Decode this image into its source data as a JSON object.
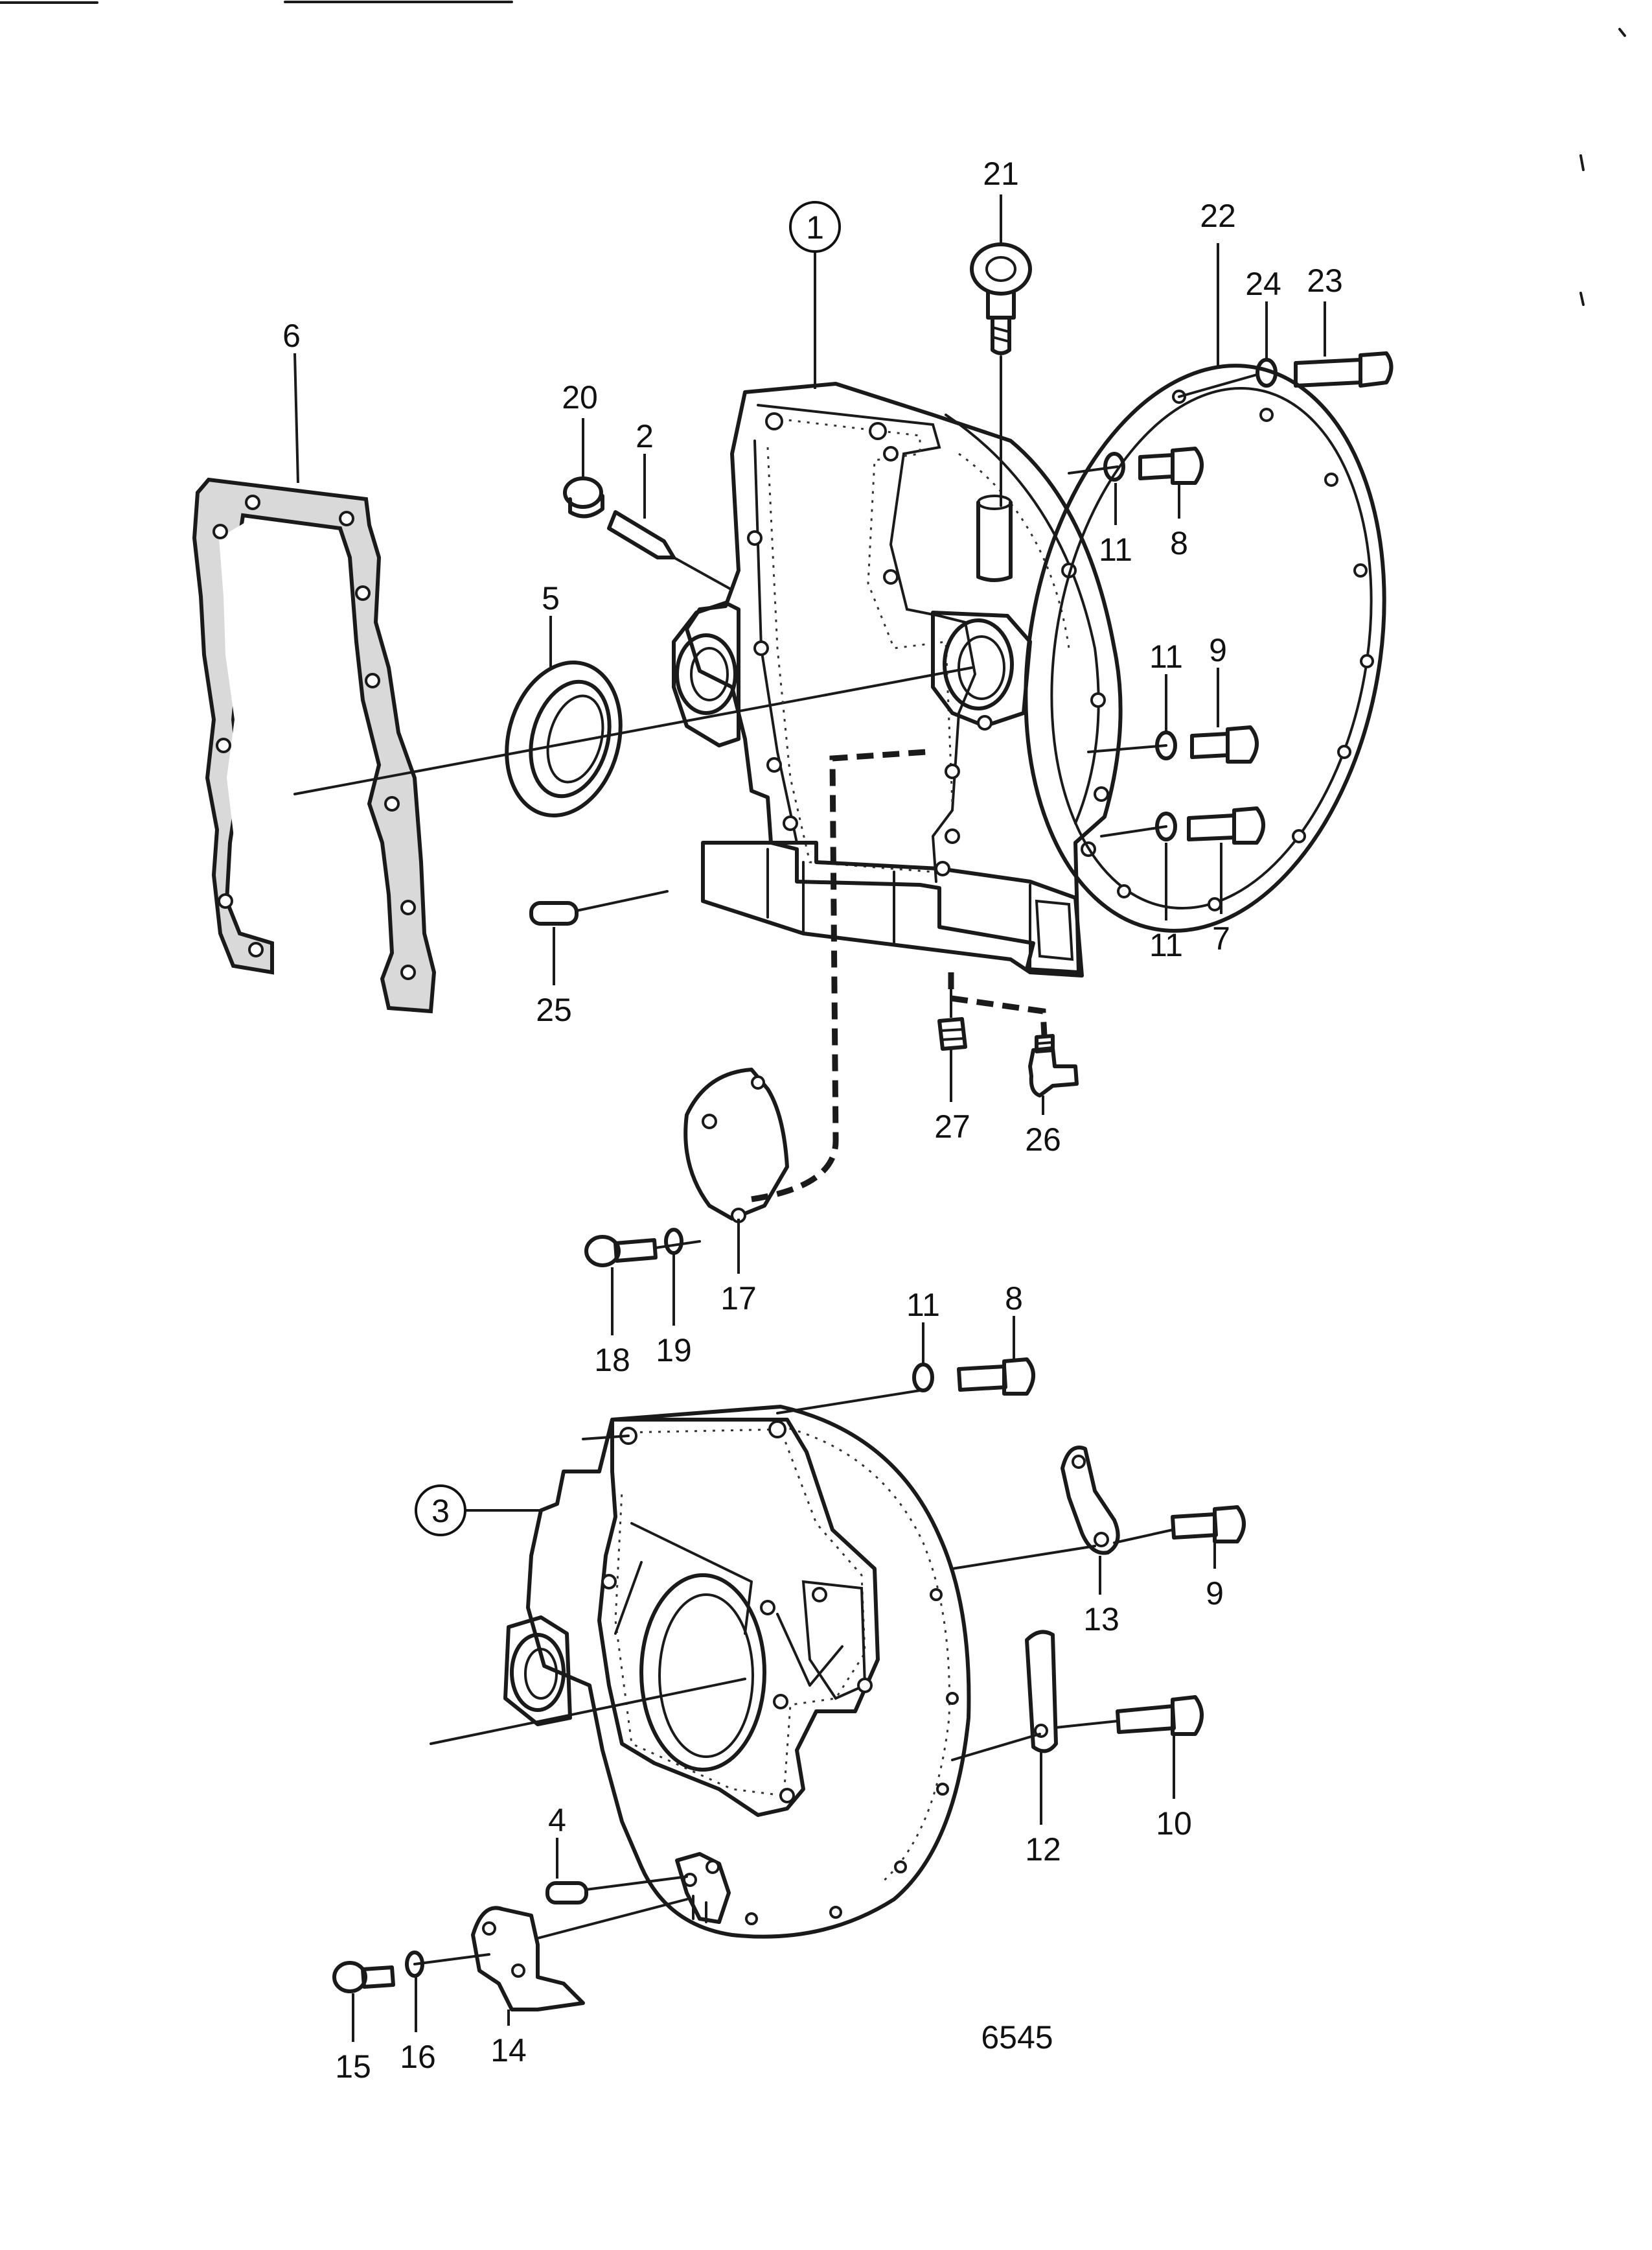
{
  "drawing_number": "6545",
  "callouts": [
    {
      "id": "p1",
      "text": "1",
      "circled": true
    },
    {
      "id": "p2",
      "text": "2"
    },
    {
      "id": "p3",
      "text": "3",
      "circled": true
    },
    {
      "id": "p4",
      "text": "4"
    },
    {
      "id": "p5",
      "text": "5"
    },
    {
      "id": "p6",
      "text": "6"
    },
    {
      "id": "p7",
      "text": "7"
    },
    {
      "id": "p8a",
      "text": "8"
    },
    {
      "id": "p8b",
      "text": "8"
    },
    {
      "id": "p9a",
      "text": "9"
    },
    {
      "id": "p9b",
      "text": "9"
    },
    {
      "id": "p10",
      "text": "10"
    },
    {
      "id": "p11a",
      "text": "11"
    },
    {
      "id": "p11b",
      "text": "11"
    },
    {
      "id": "p11c",
      "text": "11"
    },
    {
      "id": "p11d",
      "text": "11"
    },
    {
      "id": "p12",
      "text": "12"
    },
    {
      "id": "p13",
      "text": "13"
    },
    {
      "id": "p14",
      "text": "14"
    },
    {
      "id": "p15",
      "text": "15"
    },
    {
      "id": "p16",
      "text": "16"
    },
    {
      "id": "p17",
      "text": "17"
    },
    {
      "id": "p18",
      "text": "18"
    },
    {
      "id": "p19",
      "text": "19"
    },
    {
      "id": "p20",
      "text": "20"
    },
    {
      "id": "p21",
      "text": "21"
    },
    {
      "id": "p22",
      "text": "22"
    },
    {
      "id": "p23",
      "text": "23"
    },
    {
      "id": "p24",
      "text": "24"
    },
    {
      "id": "p25",
      "text": "25"
    },
    {
      "id": "p26",
      "text": "26"
    },
    {
      "id": "p27",
      "text": "27"
    }
  ]
}
